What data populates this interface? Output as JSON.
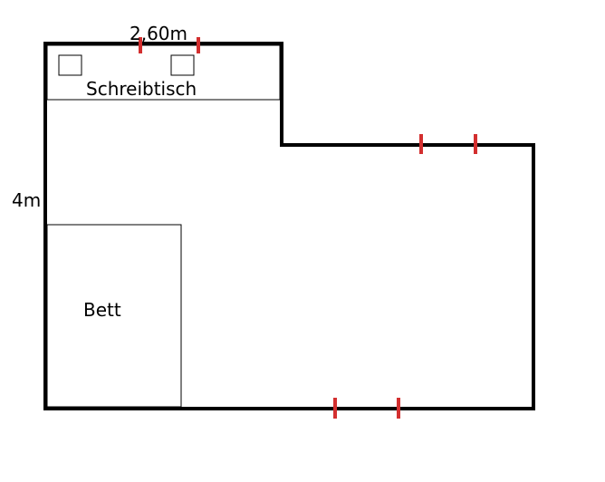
{
  "labels": {
    "width_dimension": "2,60m",
    "height_dimension": "4m",
    "desk": "Schreibtisch",
    "bed": "Bett"
  },
  "colors": {
    "wall": "#000000",
    "furniture_outline": "#000000",
    "opening_marker": "#d32f2f",
    "background": "#ffffff"
  }
}
